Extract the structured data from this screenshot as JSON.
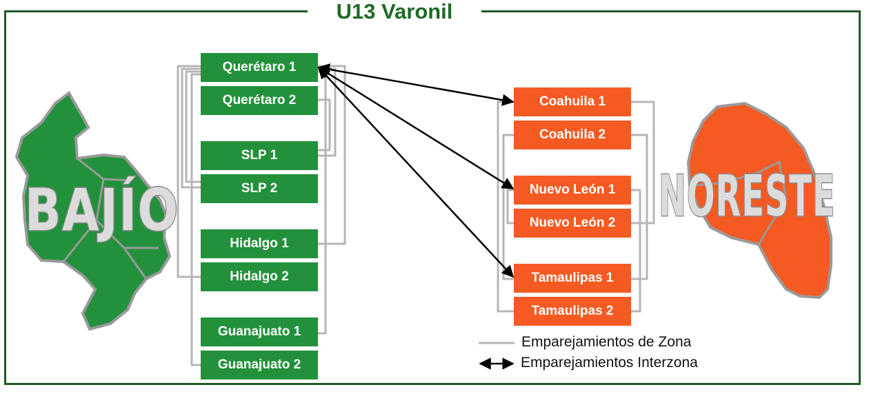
{
  "title": "U13 Varonil",
  "regions": {
    "left": "BAJÍO",
    "right": "NORESTE"
  },
  "colors": {
    "frame": "#1f5a23",
    "bajio": "#23913c",
    "noreste": "#f55a22",
    "zone_line": "#b5b5b5",
    "interzone": "#000000"
  },
  "bajio_teams": [
    "Querétaro 1",
    "Querétaro 2",
    "SLP 1",
    "SLP 2",
    "Hidalgo 1",
    "Hidalgo 2",
    "Guanajuato 1",
    "Guanajuato 2"
  ],
  "noreste_teams": [
    "Coahuila 1",
    "Coahuila 2",
    "Nuevo León 1",
    "Nuevo León 2",
    "Tamaulipas 1",
    "Tamaulipas 2"
  ],
  "interzone_matches": [
    {
      "from": "Querétaro 1",
      "to": "Coahuila 1"
    },
    {
      "from": "Querétaro 1",
      "to": "Nuevo León 1"
    },
    {
      "from": "Querétaro 1",
      "to": "Tamaulipas 1"
    }
  ],
  "legend": {
    "zone": "Emparejamientos de Zona",
    "interzone": "Emparejamientos Interzona"
  }
}
